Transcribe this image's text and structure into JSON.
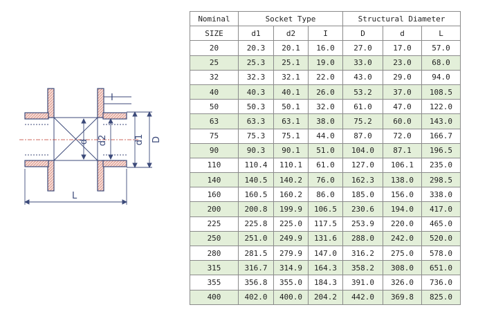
{
  "drawing": {
    "labels": {
      "I": "I",
      "d": "d",
      "d2": "d2",
      "d1": "d1",
      "D": "D",
      "L": "L"
    },
    "colors": {
      "line": "#3c4a7a",
      "hatch": "#d88c7e",
      "centerline": "#c0392b"
    }
  },
  "table": {
    "header_row1": {
      "nominal": "Nominal",
      "socket_type": "Socket Type",
      "structural_diameter": "Structural Diameter"
    },
    "header_row2": [
      "SIZE",
      "d1",
      "d2",
      "I",
      "D",
      "d",
      "L"
    ],
    "shade_color": "#e3efd9",
    "rows": [
      [
        "20",
        "20.3",
        "20.1",
        "16.0",
        "27.0",
        "17.0",
        "57.0"
      ],
      [
        "25",
        "25.3",
        "25.1",
        "19.0",
        "33.0",
        "23.0",
        "68.0"
      ],
      [
        "32",
        "32.3",
        "32.1",
        "22.0",
        "43.0",
        "29.0",
        "94.0"
      ],
      [
        "40",
        "40.3",
        "40.1",
        "26.0",
        "53.2",
        "37.0",
        "108.5"
      ],
      [
        "50",
        "50.3",
        "50.1",
        "32.0",
        "61.0",
        "47.0",
        "122.0"
      ],
      [
        "63",
        "63.3",
        "63.1",
        "38.0",
        "75.2",
        "60.0",
        "143.0"
      ],
      [
        "75",
        "75.3",
        "75.1",
        "44.0",
        "87.0",
        "72.0",
        "166.7"
      ],
      [
        "90",
        "90.3",
        "90.1",
        "51.0",
        "104.0",
        "87.1",
        "196.5"
      ],
      [
        "110",
        "110.4",
        "110.1",
        "61.0",
        "127.0",
        "106.1",
        "235.0"
      ],
      [
        "140",
        "140.5",
        "140.2",
        "76.0",
        "162.3",
        "138.0",
        "298.5"
      ],
      [
        "160",
        "160.5",
        "160.2",
        "86.0",
        "185.0",
        "156.0",
        "338.0"
      ],
      [
        "200",
        "200.8",
        "199.9",
        "106.5",
        "230.6",
        "194.0",
        "417.0"
      ],
      [
        "225",
        "225.8",
        "225.0",
        "117.5",
        "253.9",
        "220.0",
        "465.0"
      ],
      [
        "250",
        "251.0",
        "249.9",
        "131.6",
        "288.0",
        "242.0",
        "520.0"
      ],
      [
        "280",
        "281.5",
        "279.9",
        "147.0",
        "316.2",
        "275.0",
        "578.0"
      ],
      [
        "315",
        "316.7",
        "314.9",
        "164.3",
        "358.2",
        "308.0",
        "651.0"
      ],
      [
        "355",
        "356.8",
        "355.0",
        "184.3",
        "391.0",
        "326.0",
        "736.0"
      ],
      [
        "400",
        "402.0",
        "400.0",
        "204.2",
        "442.0",
        "369.8",
        "825.0"
      ]
    ]
  }
}
